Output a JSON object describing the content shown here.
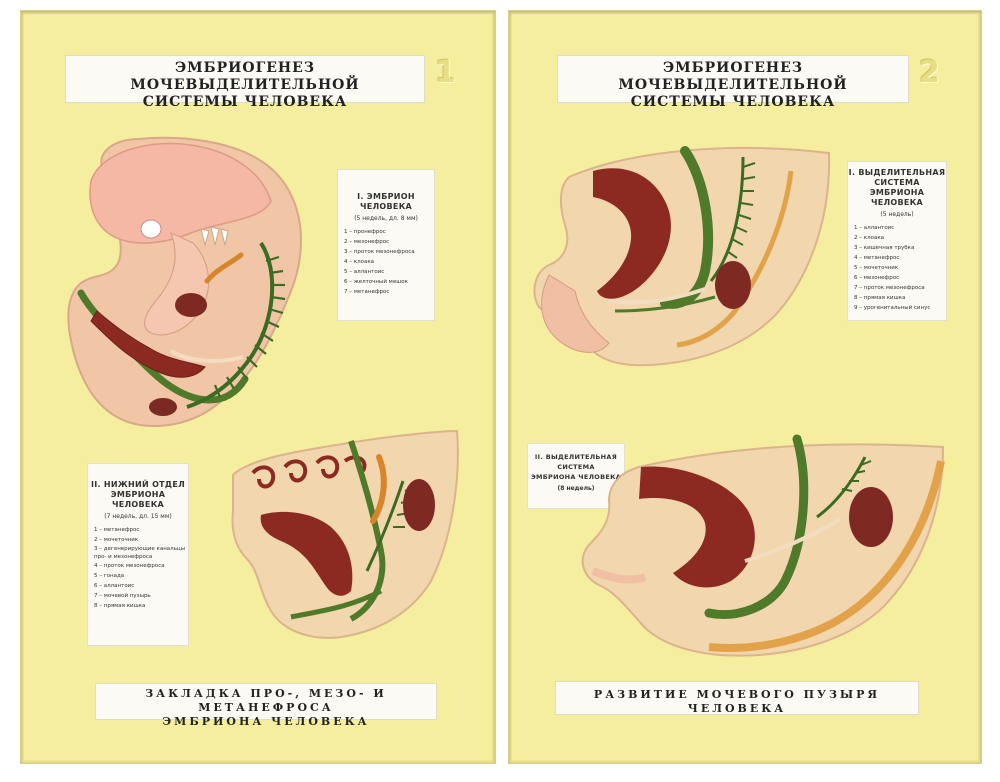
{
  "board1": {
    "title": [
      "ЭМБРИОГЕНЕЗ МОЧЕВЫДЕЛИТЕЛЬНОЙ",
      "СИСТЕМЫ ЧЕЛОВЕКА"
    ],
    "number": "1",
    "legend_a": {
      "heading": [
        "I. ЭМБРИОН ЧЕЛОВЕКА"
      ],
      "sub": "(5 недель, дл. 8 мм)",
      "items": [
        "1 – пронефрос",
        "2 – мезонефрос",
        "3 – проток мезонефроса",
        "4 – клоака",
        "5 – аллантоис",
        "6 – желточный мешок",
        "7 – метанефрос"
      ]
    },
    "legend_b": {
      "heading": [
        "II. НИЖНИЙ ОТДЕЛ",
        "ЭМБРИОНА ЧЕЛОВЕКА"
      ],
      "sub": "(7 недель, дл. 15 мм)",
      "items": [
        "1 – метанефрос",
        "2 – мочеточник",
        "3 – дегенерирующие канальцы про- и мезонефроса",
        "4 – проток мезонефроса",
        "5 – гонада",
        "6 – аллантоис",
        "7 – мочевой пузырь",
        "8 – прямая кишка"
      ]
    },
    "bottom": [
      "ЗАКЛАДКА ПРО-, МЕЗО- И МЕТАНЕФРОСА",
      "ЭМБРИОНА ЧЕЛОВЕКА"
    ]
  },
  "board2": {
    "title": [
      "ЭМБРИОГЕНЕЗ МОЧЕВЫДЕЛИТЕЛЬНОЙ",
      "СИСТЕМЫ ЧЕЛОВЕКА"
    ],
    "number": "2",
    "legend_a": {
      "heading": [
        "I. ВЫДЕЛИТЕЛЬНАЯ",
        "СИСТЕМА",
        "ЭМБРИОНА ЧЕЛОВЕКА"
      ],
      "sub": "(5 недель)",
      "items": [
        "1 – аллантоис",
        "2 – клоака",
        "3 – кишечная трубка",
        "4 – метанефрос",
        "5 – мочеточник",
        "6 – мезонефрос",
        "7 – проток мезонефроса",
        "8 – прямая кишка",
        "9 – урогенитальный синус"
      ]
    },
    "legend_b": {
      "heading": [
        "II. ВЫДЕЛИТЕЛЬНАЯ СИСТЕМА",
        "ЭМБРИОНА ЧЕЛОВЕКА"
      ],
      "sub": "(8 недель)",
      "items": []
    },
    "bottom": [
      "РАЗВИТИЕ МОЧЕВОГО ПУЗЫРЯ ЧЕЛОВЕКА"
    ]
  }
}
